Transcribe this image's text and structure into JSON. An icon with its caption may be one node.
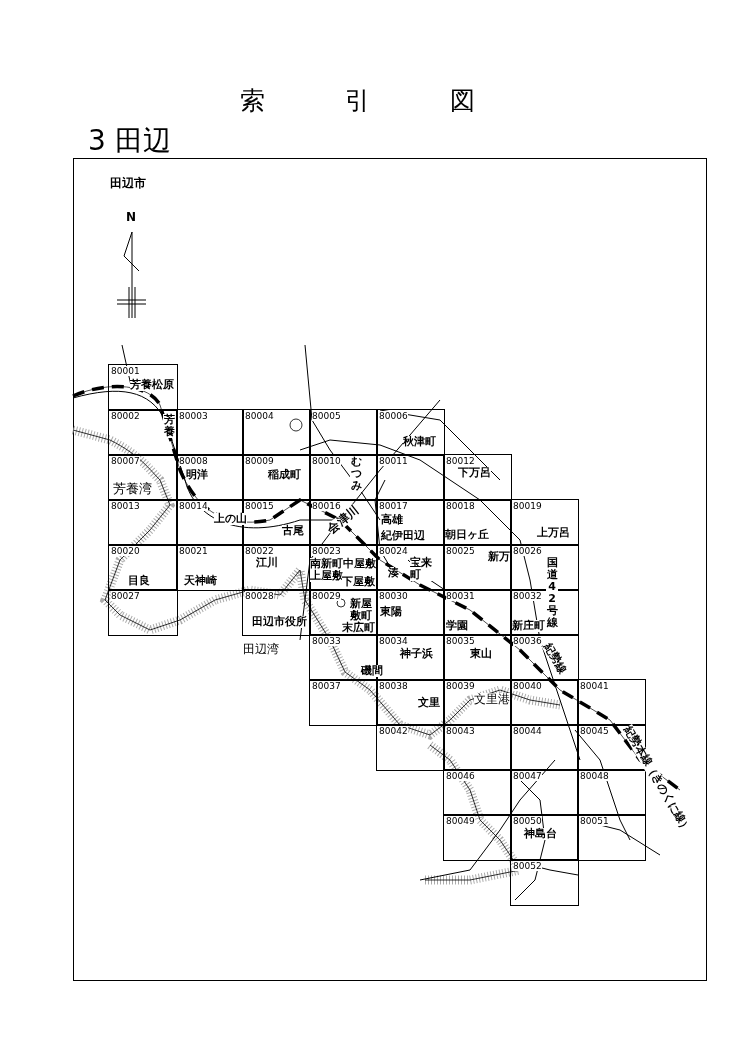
{
  "diagram": {
    "title": "索引図",
    "nodes": [
      {
        "text": [
          "80001"
        ]
      },
      {
        "text": [
          "80002"
        ]
      },
      {
        "text": [
          "80003"
        ]
      },
      {
        "text": [
          "80004"
        ]
      },
      {
        "text": [
          "80005"
        ]
      },
      {
        "text": [
          "80006"
        ]
      },
      {
        "text": [
          "80007"
        ]
      },
      {
        "text": [
          "80008"
        ]
      },
      {
        "text": [
          "80009"
        ]
      },
      {
        "text": [
          "80010"
        ]
      },
      {
        "text": [
          "80011"
        ]
      },
      {
        "text": [
          "80012"
        ]
      },
      {
        "text": [
          "80013"
        ]
      },
      {
        "text": [
          "80014"
        ]
      },
      {
        "text": [
          "80015"
        ]
      },
      {
        "text": [
          "80016"
        ]
      },
      {
        "text": [
          "80017"
        ]
      },
      {
        "text": [
          "80018"
        ]
      },
      {
        "text": [
          "80019"
        ]
      },
      {
        "text": [
          "80020"
        ]
      },
      {
        "text": [
          "80021"
        ]
      },
      {
        "text": [
          "80022"
        ]
      },
      {
        "text": [
          "80023"
        ]
      },
      {
        "text": [
          "80024"
        ]
      },
      {
        "text": [
          "80025"
        ]
      },
      {
        "text": [
          "80026"
        ]
      },
      {
        "text": [
          "80027"
        ]
      },
      {
        "text": [
          "80028"
        ]
      },
      {
        "text": [
          "80029"
        ]
      },
      {
        "text": [
          "80030"
        ]
      },
      {
        "text": [
          "80031"
        ]
      },
      {
        "text": [
          "80032"
        ]
      },
      {
        "text": [
          "80033"
        ]
      },
      {
        "text": [
          "80034"
        ]
      },
      {
        "text": [
          "80035"
        ]
      },
      {
        "text": [
          "80036"
        ]
      },
      {
        "text": [
          "80037"
        ]
      },
      {
        "text": [
          "80038"
        ]
      },
      {
        "text": [
          "80039"
        ]
      },
      {
        "text": [
          "80040"
        ]
      },
      {
        "text": [
          "80041"
        ]
      },
      {
        "text": [
          "80042"
        ]
      },
      {
        "text": [
          "80043"
        ]
      },
      {
        "text": [
          "80044"
        ]
      },
      {
        "text": [
          "80045"
        ]
      },
      {
        "text": [
          "80046"
        ]
      },
      {
        "text": [
          "80047"
        ]
      },
      {
        "text": [
          "80048"
        ]
      },
      {
        "text": [
          "80049"
        ]
      },
      {
        "text": [
          "80050"
        ]
      },
      {
        "text": [
          "80051"
        ]
      },
      {
        "text": [
          "80052"
        ]
      }
    ],
    "labels": [
      "3 田辺",
      "田辺市",
      "N",
      "芳養松原",
      "芳養",
      "秋津町",
      "むつみ",
      "明洋",
      "稲成町",
      "下万呂",
      "芳養湾",
      "上の山",
      "古尾",
      "会津川",
      "高雄",
      "紀伊田辺",
      "朝日ヶ丘",
      "上万呂",
      "江川",
      "南新町",
      "中屋敷",
      "湊",
      "宝来町",
      "新万",
      "国道42号線",
      "目良",
      "天神崎",
      "上屋敷",
      "下屋敷",
      "田辺市役所",
      "新屋敷町",
      "東陽",
      "新庄町",
      "田辺湾",
      "末広町",
      "神子浜",
      "学園",
      "東山",
      "紀勢線",
      "磯間",
      "文里",
      "文里港",
      "紀勢本線（きのくに線）",
      "神島台"
    ]
  }
}
